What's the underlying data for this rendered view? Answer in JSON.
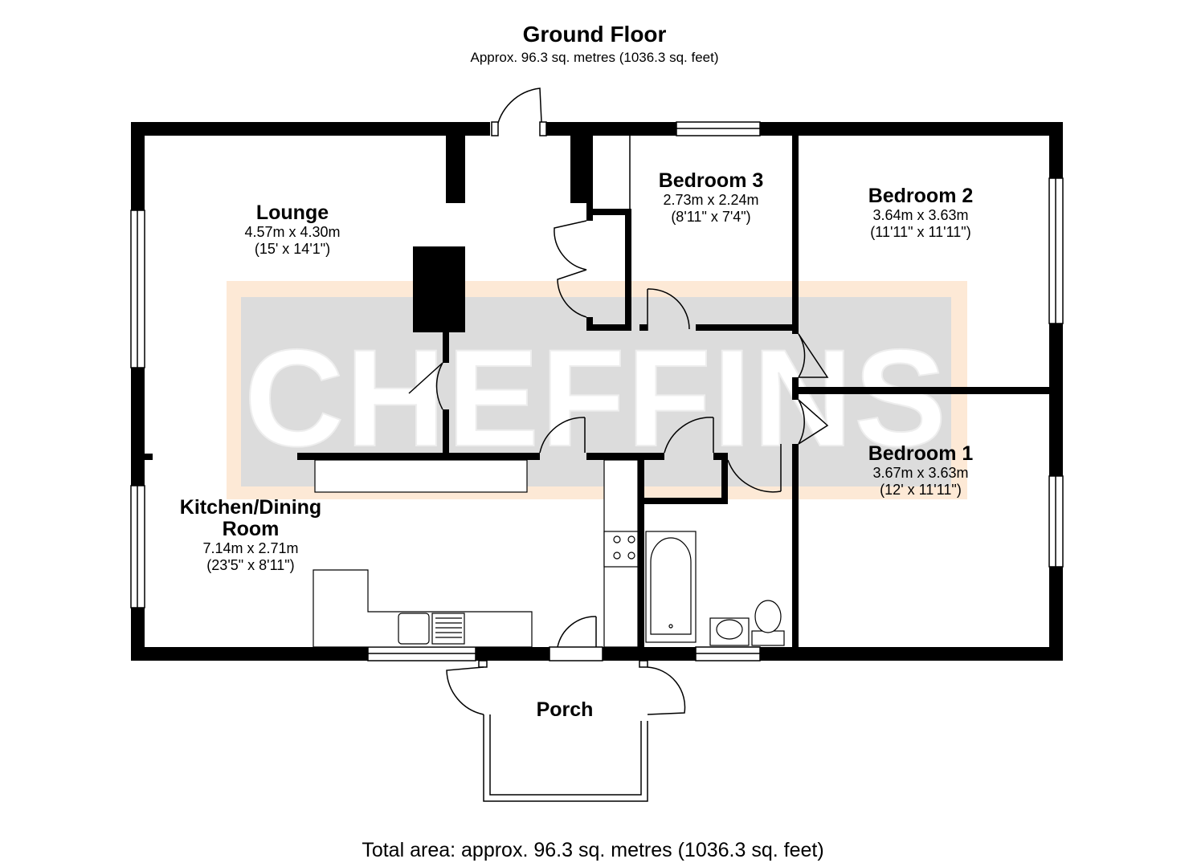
{
  "header": {
    "title": "Ground Floor",
    "subtitle": "Approx. 96.3 sq. metres (1036.3 sq. feet)"
  },
  "watermark": {
    "text": "CHEFFINS",
    "color": "#f5c89a"
  },
  "rooms": [
    {
      "name": "Lounge",
      "metric": "4.57m x 4.30m",
      "imperial": "(15' x 14'1\")"
    },
    {
      "name": "Bedroom 3",
      "metric": "2.73m x 2.24m",
      "imperial": "(8'11\" x 7'4\")"
    },
    {
      "name": "Bedroom 2",
      "metric": "3.64m x 3.63m",
      "imperial": "(11'11\" x 11'11\")"
    },
    {
      "name": "Kitchen/Dining\nRoom",
      "metric": "7.14m x 2.71m",
      "imperial": "(23'5\" x 8'11\")"
    },
    {
      "name": "Bedroom 1",
      "metric": "3.67m x 3.63m",
      "imperial": "(12' x 11'11\")"
    },
    {
      "name": "Porch"
    }
  ],
  "footer": {
    "total": "Total area: approx. 96.3 sq. metres (1036.3 sq. feet)"
  }
}
